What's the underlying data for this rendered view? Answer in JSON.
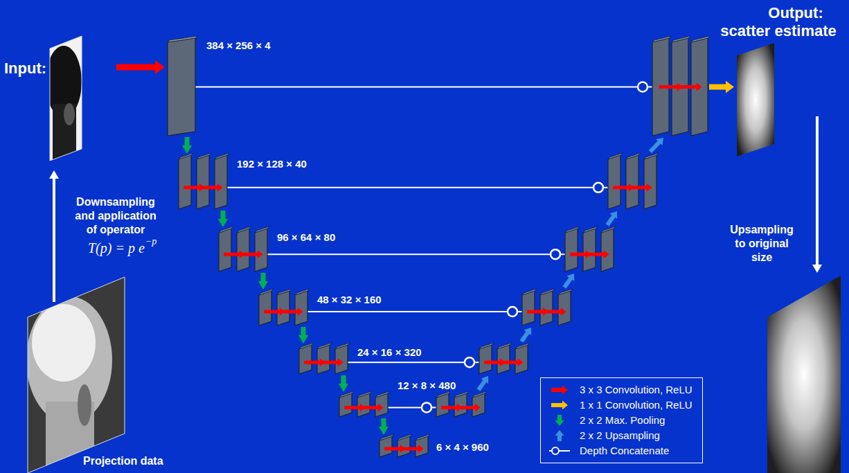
{
  "diagram": {
    "nodes": [
      {
        "text": [
          "384 × 256 × 4"
        ]
      },
      {
        "text": [
          "192 × 128 × 40"
        ]
      },
      {
        "text": [
          "96 × 64 × 80"
        ]
      },
      {
        "text": [
          "48 × 32 × 160"
        ]
      },
      {
        "text": [
          "24 × 16 × 320"
        ]
      },
      {
        "text": [
          "12 × 8 × 480"
        ]
      },
      {
        "text": [
          "6 × 4 × 960"
        ]
      }
    ],
    "edges": [
      {
        "from": 0,
        "to": 1,
        "arrow": "to"
      },
      {
        "from": 1,
        "to": 2,
        "arrow": "to"
      },
      {
        "from": 2,
        "to": 3,
        "arrow": "to"
      },
      {
        "from": 3,
        "to": 4,
        "arrow": "to"
      },
      {
        "from": 4,
        "to": 5,
        "arrow": "to"
      },
      {
        "from": 5,
        "to": 6,
        "arrow": "to"
      }
    ],
    "labels": [
      "Input:",
      "Output: scatter estimate",
      "Downsampling and application of operator",
      "T(p) = p e",
      "−p",
      "Upsampling to original size",
      "Projection data"
    ],
    "legend": [
      {
        "text": "3 x 3 Convolution, ReLU",
        "color": "#ff0000"
      },
      {
        "text": "1 x 1 Convolution, ReLU",
        "color": "#ffc000"
      },
      {
        "text": "2 x 2 Max. Pooling",
        "color": "#00b050"
      },
      {
        "text": "2 x 2 Upsampling",
        "color": "#3d8fe0"
      },
      {
        "text": "Depth Concatenate"
      }
    ]
  }
}
